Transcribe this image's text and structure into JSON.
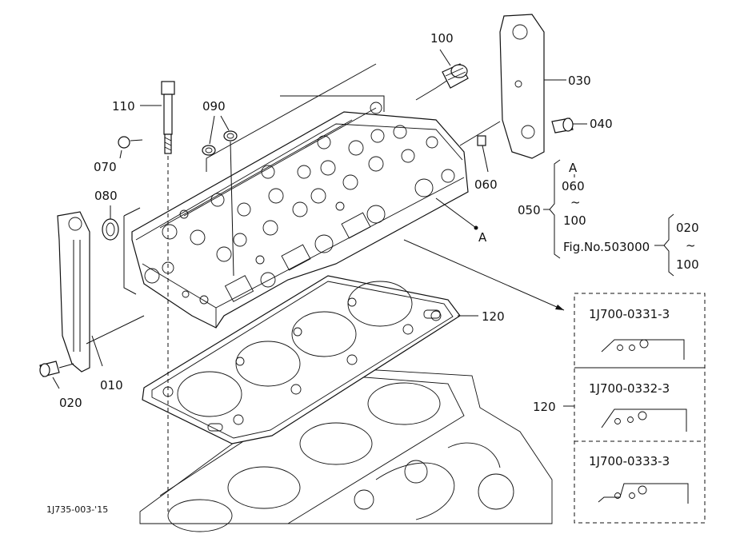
{
  "callouts": {
    "c100": "100",
    "c030": "030",
    "c110": "110",
    "c090": "090",
    "c040": "040",
    "c070": "070",
    "c060": "060",
    "c080": "080",
    "cA": "A",
    "c120": "120",
    "c010": "010",
    "c020": "020"
  },
  "assembly_050": {
    "label": "050",
    "ref": "A",
    "from": "060",
    "tilde1": "~",
    "to": "100",
    "fig": "Fig.No.503000",
    "range_from": "020",
    "tilde2": "~",
    "range_to": "100"
  },
  "gasket_table": {
    "label": "120",
    "rows": [
      "1J700-0331-3",
      "1J700-0332-3",
      "1J700-0333-3"
    ]
  },
  "drawing_code": "1J735-003-'15"
}
